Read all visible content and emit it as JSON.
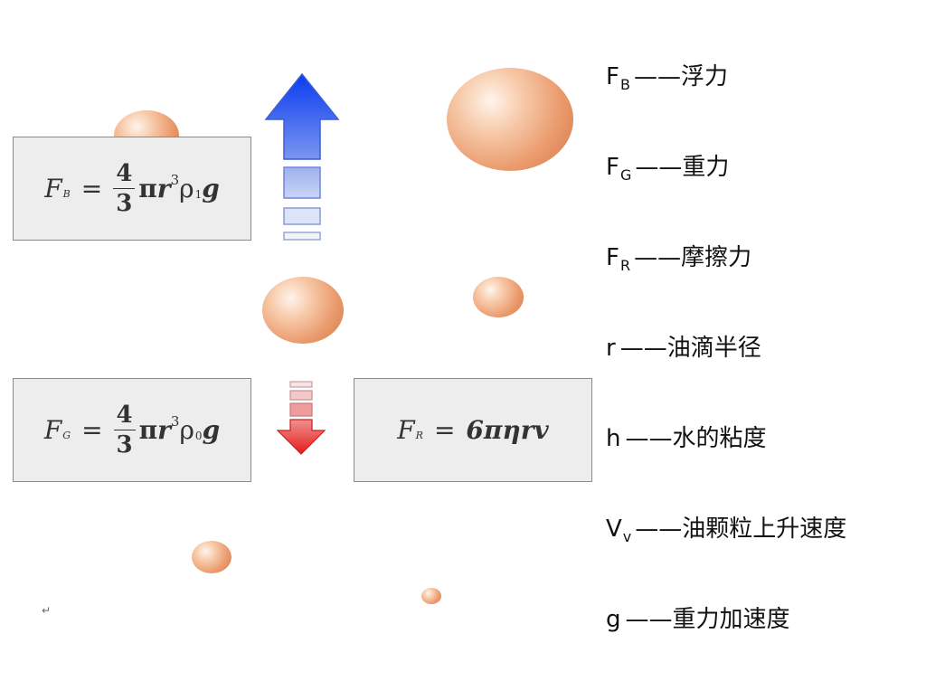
{
  "formulas": {
    "buoyancy": {
      "lhs": "F",
      "lhs_sub": "B",
      "eq": "=",
      "num": "4",
      "den": "3",
      "rhs_pi": "π",
      "rhs_r": "r",
      "rhs_exp": "3",
      "rhs_rho": "ρ",
      "rhs_rho_sub": "1",
      "rhs_g": "g"
    },
    "gravity": {
      "lhs": "F",
      "lhs_sub": "G",
      "eq": "=",
      "num": "4",
      "den": "3",
      "rhs_pi": "π",
      "rhs_r": "r",
      "rhs_exp": "3",
      "rhs_rho": "ρ",
      "rhs_rho_sub": "0",
      "rhs_g": "g"
    },
    "friction": {
      "lhs": "F",
      "lhs_sub": "R",
      "eq": "=",
      "rhs": "6πηrv"
    }
  },
  "legend": [
    {
      "symbol": "F",
      "sub": "B",
      "sep": "——",
      "desc": "浮力"
    },
    {
      "symbol": "F",
      "sub": "G",
      "sep": "——",
      "desc": "重力"
    },
    {
      "symbol": "F",
      "sub": "R",
      "sep": "——",
      "desc": "摩擦力"
    },
    {
      "symbol": "r",
      "sub": "",
      "sep": " ——",
      "desc": "油滴半径"
    },
    {
      "symbol": "h",
      "sub": "",
      "sep": "——",
      "desc": "水的粘度"
    },
    {
      "symbol": "V",
      "sub": "v",
      "sep": "——",
      "desc": "油颗粒上升速度"
    },
    {
      "symbol": "g",
      "sub": "",
      "sep": " ——",
      "desc": "重力加速度"
    }
  ],
  "corner_mark": "↵",
  "colors": {
    "up_arrow": "#1f4fe0",
    "down_arrow": "#e42a2a",
    "box_fill": "#ededed",
    "box_border": "#8a8a8a"
  }
}
